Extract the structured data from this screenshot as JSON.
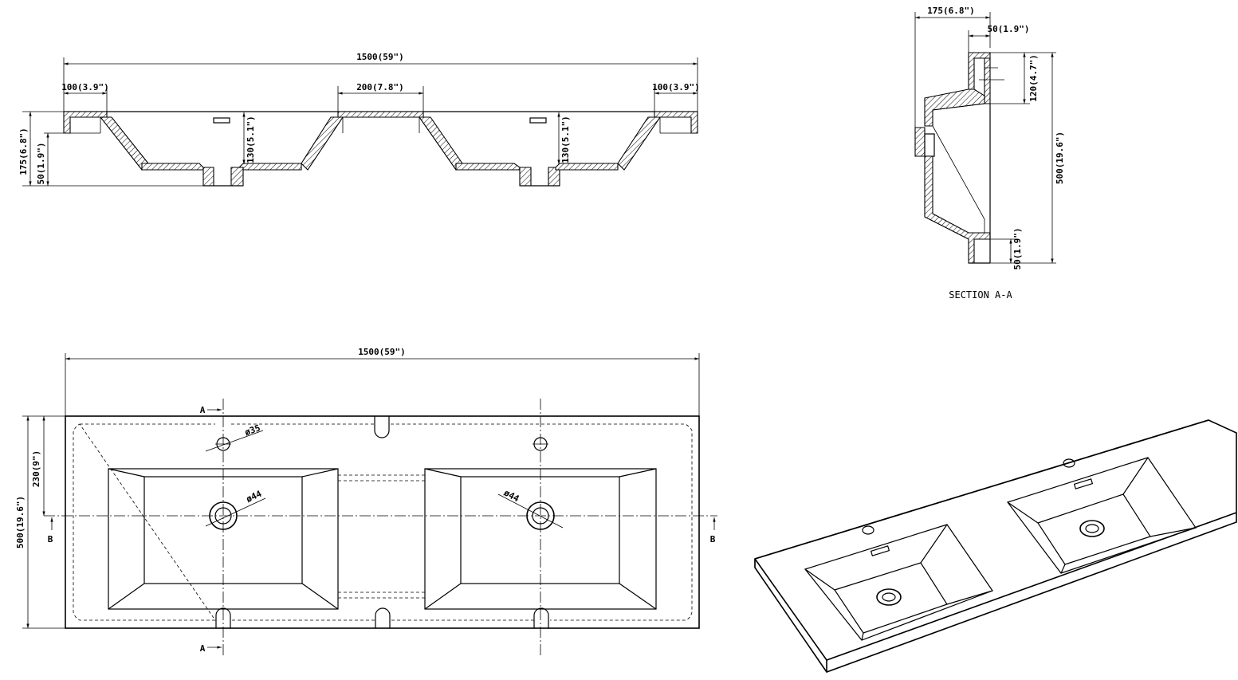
{
  "front_section": {
    "overall_width": "1500(59\")",
    "left_margin": "100(3.9\")",
    "middle_gap": "200(7.8\")",
    "right_margin": "100(3.9\")",
    "height_total": "175(6.8\")",
    "rim_height": "50(1.9\")",
    "left_bowl_depth": "130(5.1\")",
    "right_bowl_depth": "130(5.1\")"
  },
  "side_section": {
    "top_width": "175(6.8\")",
    "rim_width": "50(1.9\")",
    "back_height": "120(4.7\")",
    "overall_depth": "500(19.6\")",
    "front_rim": "50(1.9\")",
    "caption": "SECTION A-A"
  },
  "plan_view": {
    "overall_width": "1500(59\")",
    "overall_depth": "500(19.6\")",
    "centerline_offset": "230(9\")",
    "tap_hole": "ø35",
    "left_drain": "ø44",
    "right_drain": "ø44",
    "section_a_top": "A",
    "section_a_bottom": "A",
    "section_b_left": "B",
    "section_b_right": "B"
  }
}
